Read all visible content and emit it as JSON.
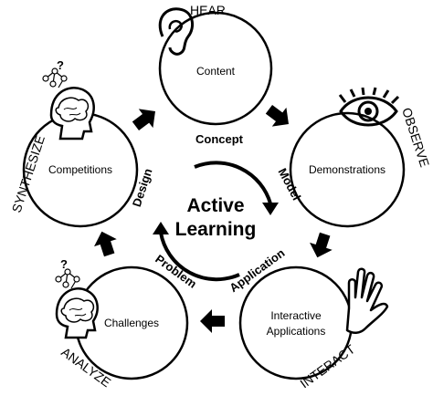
{
  "nodes": {
    "content": {
      "label": "Content",
      "mode": "HEAR",
      "icon": "ear-icon"
    },
    "demonstrations": {
      "label": "Demonstrations",
      "mode": "OBSERVE",
      "icon": "eye-icon"
    },
    "interactive_applications": {
      "label_line1": "Interactive",
      "label_line2": "Applications",
      "mode": "INTERACT",
      "icon": "hand-icon"
    },
    "challenges": {
      "label": "Challenges",
      "mode": "ANALYZE",
      "icon": "head-network-icon"
    },
    "competitions": {
      "label": "Competitions",
      "mode": "SYNTHESIZE",
      "icon": "head-network-icon"
    }
  },
  "center": {
    "line1": "Active",
    "line2": "Learning"
  },
  "stages": {
    "concept": "Concept",
    "model": "Model",
    "application": "Application",
    "problem": "Problem",
    "design": "Design"
  },
  "question_marks": [
    "?",
    "?"
  ],
  "colors": {
    "ink": "#000000",
    "background": "#ffffff"
  }
}
